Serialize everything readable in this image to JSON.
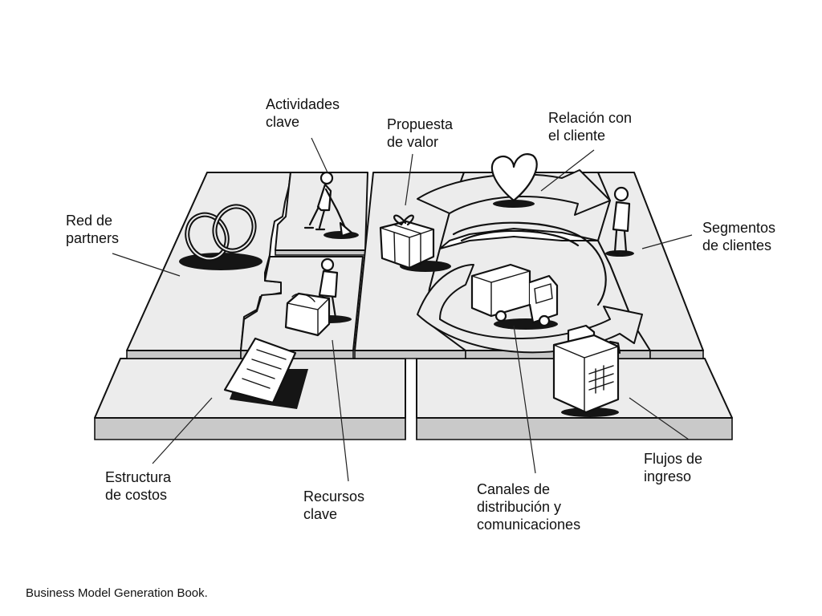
{
  "labels": {
    "actividades": [
      "Actividades",
      "clave"
    ],
    "propuesta": [
      "Propuesta",
      "de valor"
    ],
    "relacion": [
      "Relación con",
      "el cliente"
    ],
    "red": [
      "Red de",
      "partners"
    ],
    "segmentos": [
      "Segmentos",
      "de clientes"
    ],
    "flujos": [
      "Flujos de",
      "ingreso"
    ],
    "estructura": [
      "Estructura",
      "de  costos"
    ],
    "recursos": [
      "Recursos",
      "clave"
    ],
    "canales": [
      "Canales de",
      "distribución y",
      "comunicaciones"
    ]
  },
  "caption": "Business Model Generation Book.",
  "colors": {
    "ink": "#111111",
    "panel_top": "#ececec",
    "panel_side": "#c9c9c9",
    "background": "#ffffff"
  },
  "icons": [
    "linked-rings-icon",
    "worker-shoveling-icon",
    "worker-with-crate-icon",
    "gift-box-icon",
    "heart-icon",
    "standing-customer-icon",
    "delivery-truck-icon",
    "cash-register-icon",
    "cost-document-icon"
  ]
}
